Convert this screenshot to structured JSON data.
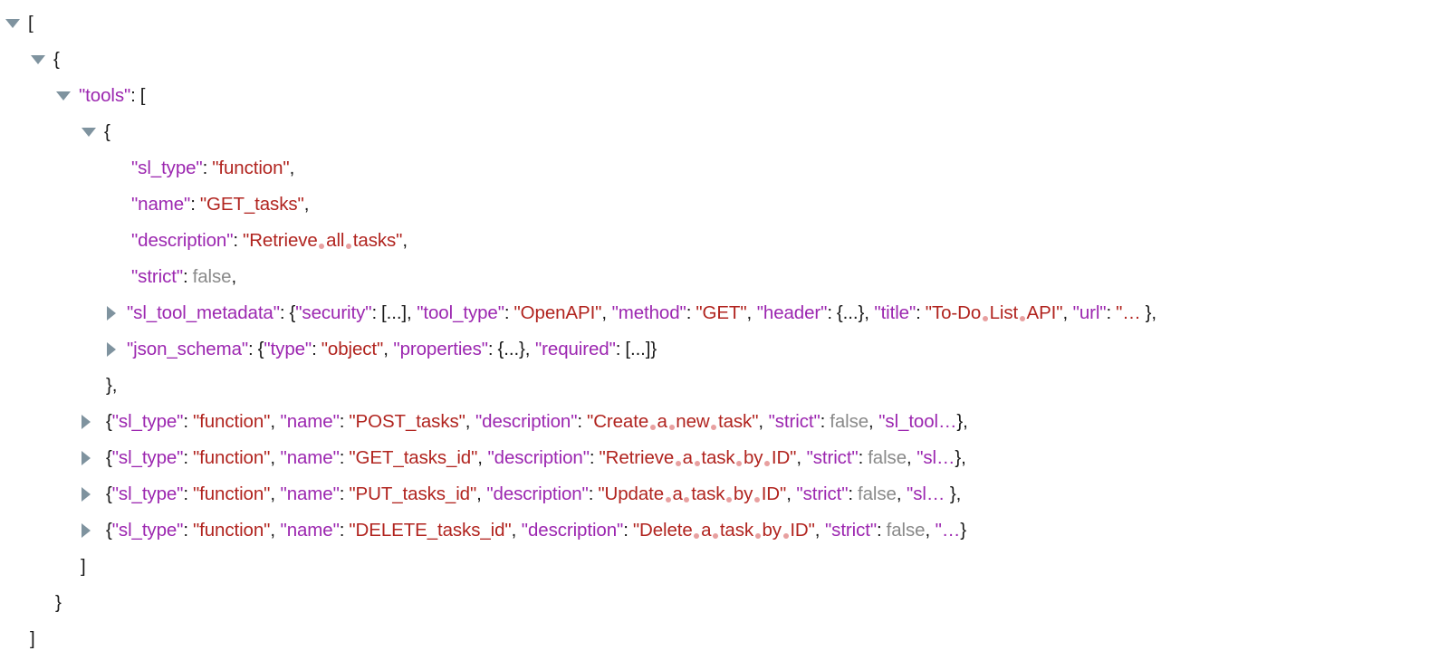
{
  "viewer": {
    "type": "json-tree-viewer",
    "colors": {
      "background": "#ffffff",
      "key": "#9c27b0",
      "string": "#b1241f",
      "literal": "#8a8a8a",
      "punctuation": "#1a1a1a",
      "disclosure_triangle": "#7f939f",
      "whitespace_dot": "#e8a0a0"
    },
    "punct": {
      "lbracket": "[",
      "rbracket": "]",
      "lbrace": "{",
      "rbrace": "}",
      "colon": ":",
      "comma": ",",
      "quote": "\"",
      "ellipsis": "…",
      "dots": "...",
      "brace_collapsed": "{...}",
      "bracket_collapsed": "[...]",
      "rbrace_comma": "},",
      "rbrace_rbrace": "}}",
      "rbracket_rbrace": "]}",
      "rbrace_only": "}",
      "rbracket_only": "]",
      "lbrace_only": "{",
      "quote_ellipsis": "\"…",
      "quote_ellipsis_space": "\"… "
    }
  },
  "lines": {
    "l1": {
      "bracket": "["
    },
    "l2": {
      "brace": "{"
    },
    "l3": {
      "key": "\"tools\"",
      "colon": ":",
      "bracket": "["
    },
    "l4": {
      "brace": "{"
    },
    "l5": {
      "key": "\"sl_type\"",
      "colon": ":",
      "value": "\"function\"",
      "comma": ","
    },
    "l6": {
      "key": "\"name\"",
      "colon": ":",
      "value": "\"GET_tasks\"",
      "comma": ","
    },
    "l7": {
      "key": "\"description\"",
      "colon": ":",
      "value_open": "\"Retrieve",
      "w1": "all",
      "w2": "tasks\"",
      "comma": ","
    },
    "l8": {
      "key": "\"strict\"",
      "colon": ":",
      "value": "false",
      "comma": ","
    },
    "l9": {
      "key": "\"sl_tool_metadata\"",
      "colon": ":",
      "open": "{",
      "k_security": "\"security\"",
      "v_security": "[...]",
      "k_tool_type": "\"tool_type\"",
      "v_tool_type": "\"OpenAPI\"",
      "k_method": "\"method\"",
      "v_method": "\"GET\"",
      "k_header": "\"header\"",
      "v_header": "{...}",
      "k_title": "\"title\"",
      "v_title_a": "\"To-Do",
      "v_title_b": "List",
      "v_title_c": "API\"",
      "k_url": "\"url\"",
      "v_url": "\"…",
      "close": "},",
      "sep": ", "
    },
    "l10": {
      "key": "\"json_schema\"",
      "colon": ":",
      "open": "{",
      "k_type": "\"type\"",
      "v_type": "\"object\"",
      "k_properties": "\"properties\"",
      "v_properties": "{...}",
      "k_required": "\"required\"",
      "v_required": "[...]",
      "close": "}",
      "sep": ", "
    },
    "l11": {
      "close": "},"
    },
    "l12": {
      "open": "{",
      "k_sl_type": "\"sl_type\"",
      "v_sl_type": "\"function\"",
      "k_name": "\"name\"",
      "v_name": "\"POST_tasks\"",
      "k_description": "\"description\"",
      "v_desc_a": "\"Create",
      "v_desc_b": "a",
      "v_desc_c": "new",
      "v_desc_d": "task\"",
      "k_strict": "\"strict\"",
      "v_strict": "false",
      "k_trunc": "\"sl_tool…",
      "close": "},",
      "sep": ", "
    },
    "l13": {
      "open": "{",
      "k_sl_type": "\"sl_type\"",
      "v_sl_type": "\"function\"",
      "k_name": "\"name\"",
      "v_name": "\"GET_tasks_id\"",
      "k_description": "\"description\"",
      "v_desc_a": "\"Retrieve",
      "v_desc_b": "a",
      "v_desc_c": "task",
      "v_desc_d": "by",
      "v_desc_e": "ID\"",
      "k_strict": "\"strict\"",
      "v_strict": "false",
      "k_trunc": "\"sl…",
      "close": "},",
      "sep": ", "
    },
    "l14": {
      "open": "{",
      "k_sl_type": "\"sl_type\"",
      "v_sl_type": "\"function\"",
      "k_name": "\"name\"",
      "v_name": "\"PUT_tasks_id\"",
      "k_description": "\"description\"",
      "v_desc_a": "\"Update",
      "v_desc_b": "a",
      "v_desc_c": "task",
      "v_desc_d": "by",
      "v_desc_e": "ID\"",
      "k_strict": "\"strict\"",
      "v_strict": "false",
      "k_trunc": "\"sl… ",
      "close": "},",
      "sep": ", "
    },
    "l15": {
      "open": "{",
      "k_sl_type": "\"sl_type\"",
      "v_sl_type": "\"function\"",
      "k_name": "\"name\"",
      "v_name": "\"DELETE_tasks_id\"",
      "k_description": "\"description\"",
      "v_desc_a": "\"Delete",
      "v_desc_b": "a",
      "v_desc_c": "task",
      "v_desc_d": "by",
      "v_desc_e": "ID\"",
      "k_strict": "\"strict\"",
      "v_strict": "false",
      "k_trunc": "\"…",
      "close": "}",
      "sep": ", "
    },
    "l16": {
      "close": "]"
    },
    "l17": {
      "close": "}"
    },
    "l18": {
      "close": "]"
    }
  }
}
